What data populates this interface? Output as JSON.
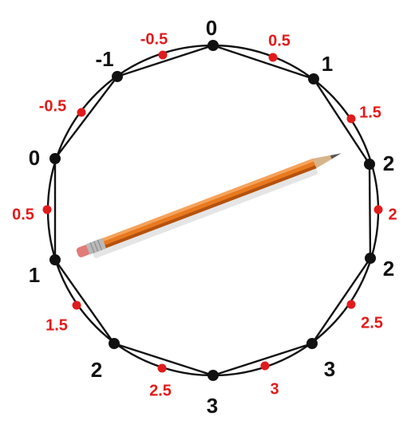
{
  "colors": {
    "line": "#111111",
    "vertex": "#111111",
    "midpoint": "#e11b1b",
    "pencil_body": "#e8791f",
    "pencil_dark": "#b4520f",
    "ferrule": "#b8b8b8",
    "eraser": "#e27c7a",
    "wood": "#d8b48a",
    "lead": "#555555"
  },
  "vertices": [
    {
      "label": "0"
    },
    {
      "label": "1"
    },
    {
      "label": "2"
    },
    {
      "label": "2"
    },
    {
      "label": "3"
    },
    {
      "label": "3"
    },
    {
      "label": "2"
    },
    {
      "label": "1"
    },
    {
      "label": "0"
    },
    {
      "label": "-1"
    }
  ],
  "midpoints": [
    {
      "label": "0.5"
    },
    {
      "label": "1.5"
    },
    {
      "label": "2"
    },
    {
      "label": "2.5"
    },
    {
      "label": "3"
    },
    {
      "label": "2.5"
    },
    {
      "label": "1.5"
    },
    {
      "label": "0.5"
    },
    {
      "label": "-0.5"
    },
    {
      "label": "-0.5"
    }
  ],
  "pencil": {
    "object": "pencil-image"
  }
}
